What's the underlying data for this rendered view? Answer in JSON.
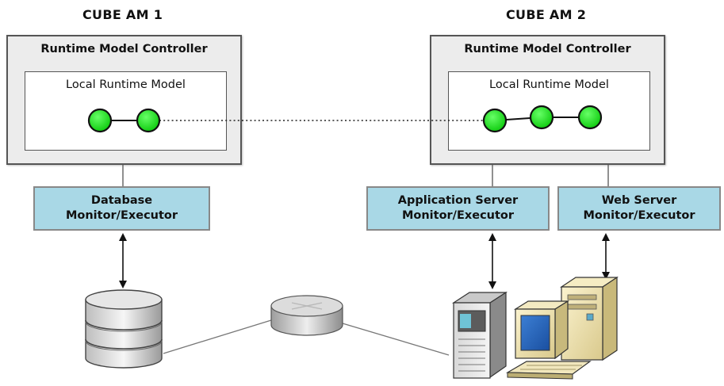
{
  "am1": {
    "title": "CUBE AM 1",
    "controller_title": "Runtime Model Controller",
    "model_title": "Local Runtime Model",
    "monitors": [
      {
        "line1": "Database",
        "line2": "Monitor/Executor"
      }
    ]
  },
  "am2": {
    "title": "CUBE AM 2",
    "controller_title": "Runtime Model Controller",
    "model_title": "Local Runtime Model",
    "monitors": [
      {
        "line1": "Application Server",
        "line2": "Monitor/Executor"
      },
      {
        "line1": "Web Server",
        "line2": "Monitor/Executor"
      }
    ]
  },
  "icons": [
    "database-icon",
    "router-icon",
    "server-tower-icon",
    "desktop-computer-icon"
  ],
  "colors": {
    "node_fill": "#22dd22",
    "monitor_fill": "#a9d8e6",
    "controller_fill": "#ececec"
  }
}
